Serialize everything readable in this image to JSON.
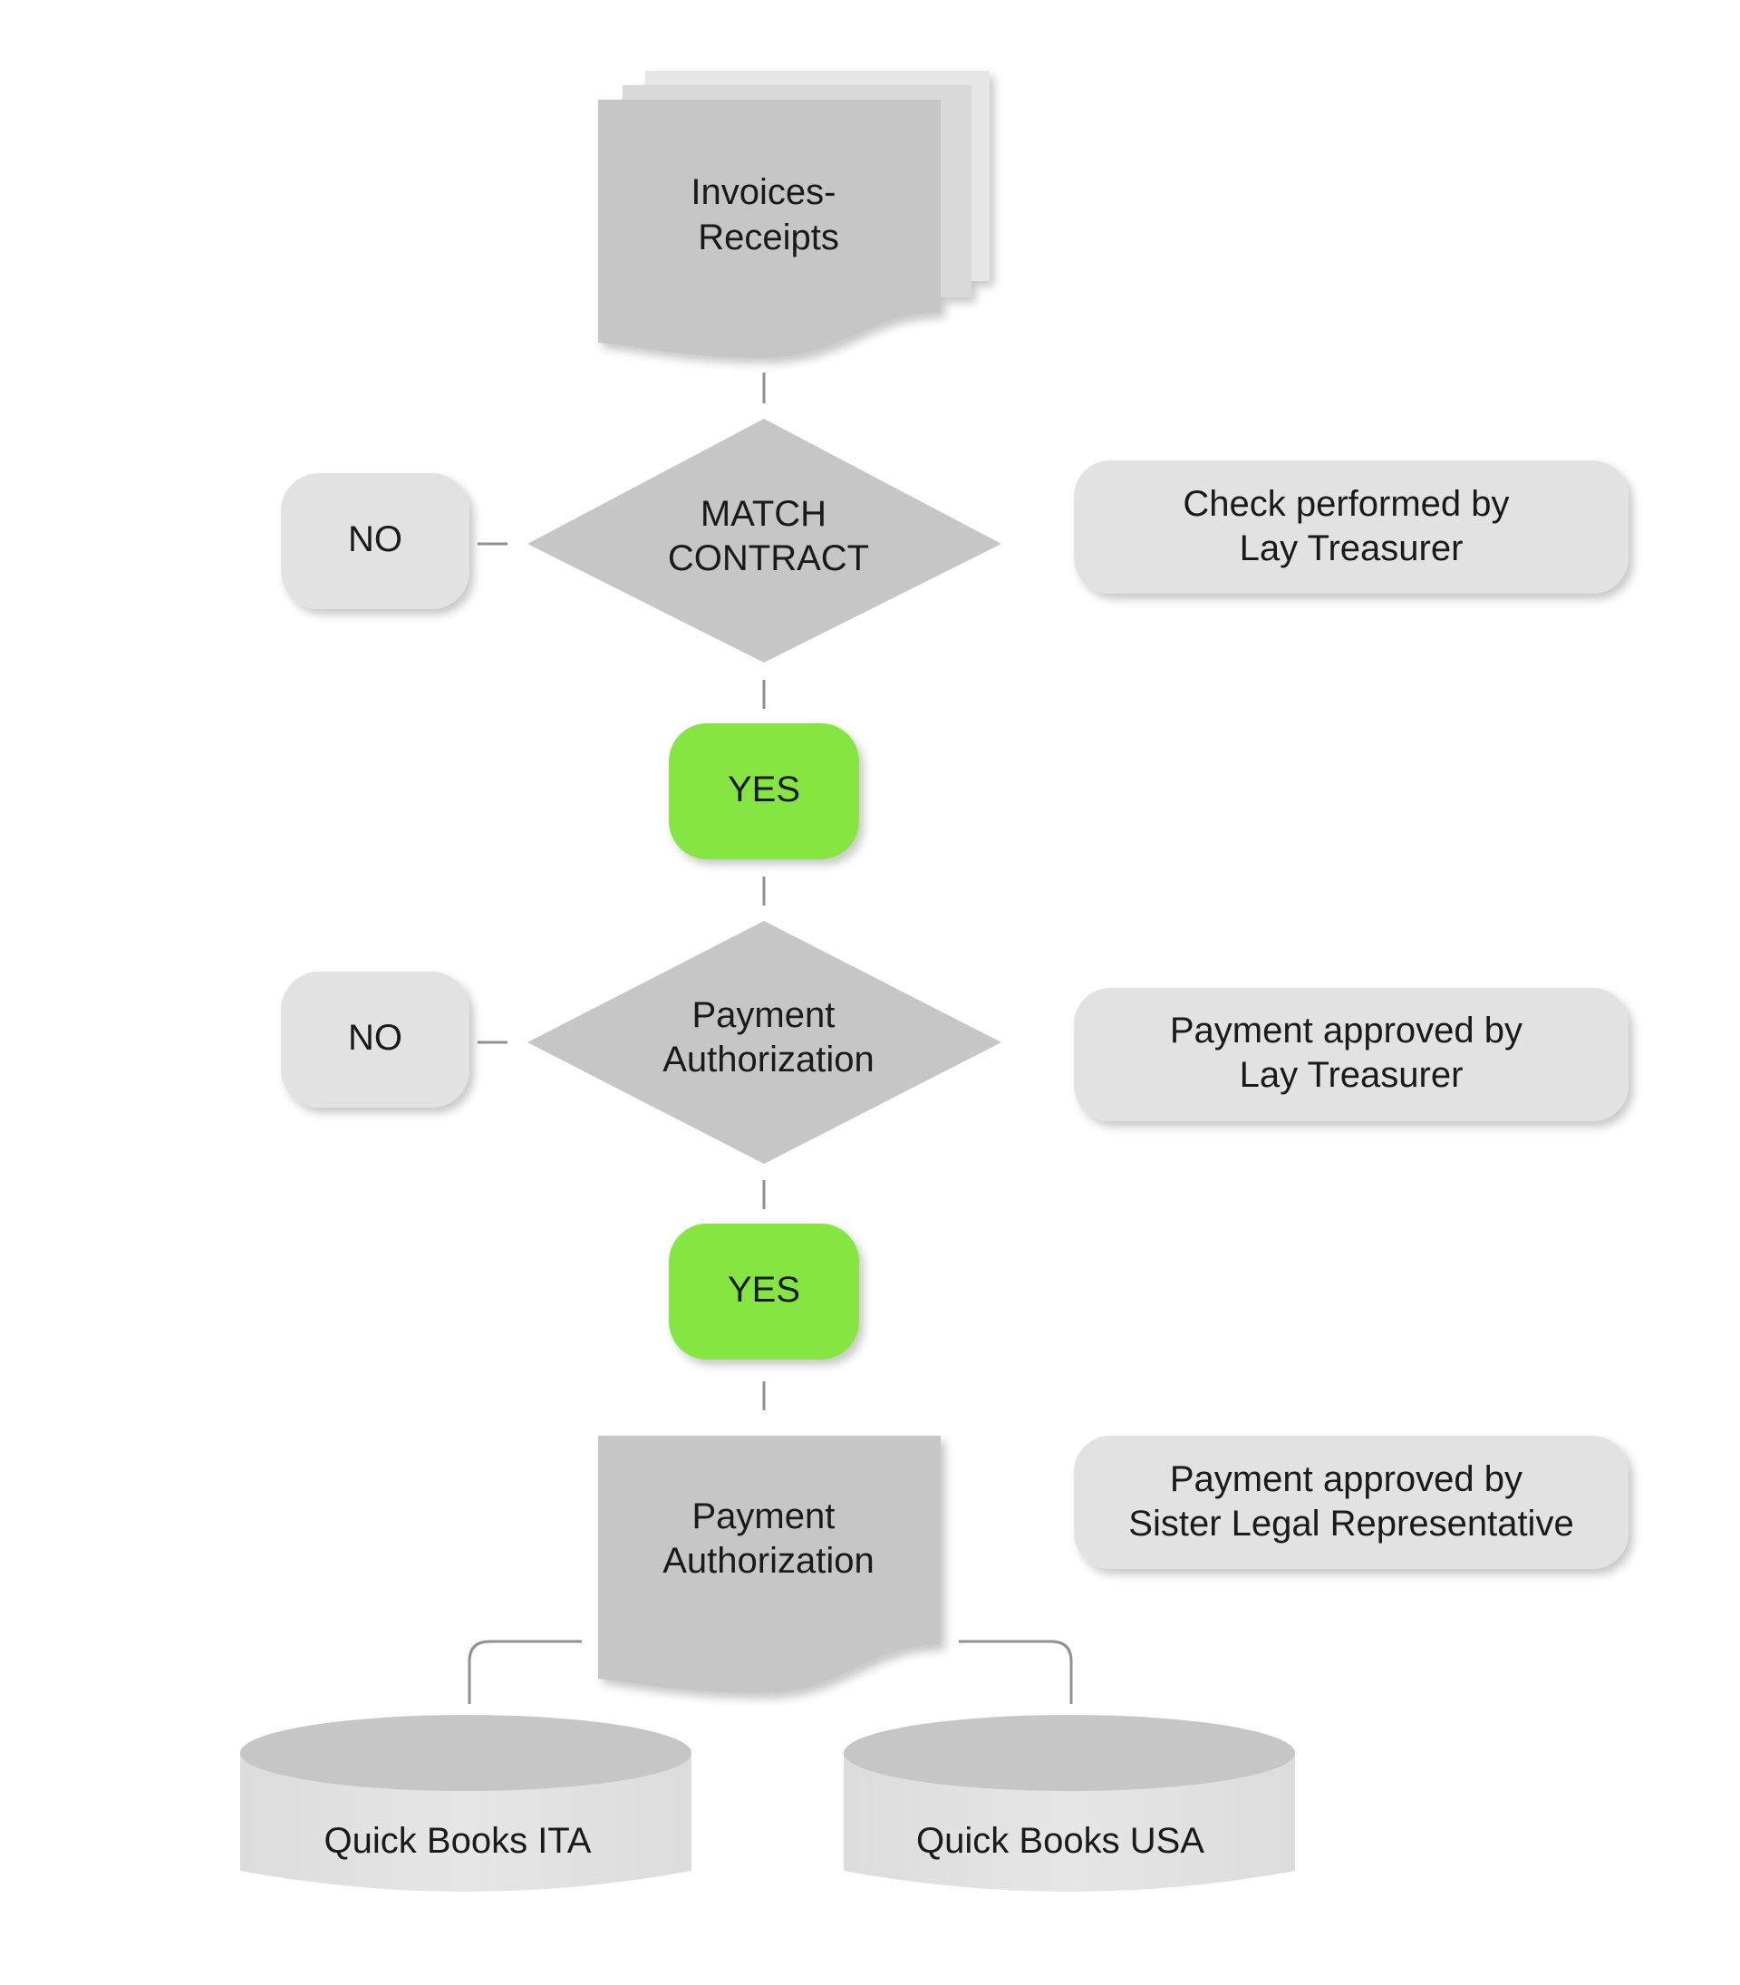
{
  "nodes": {
    "invoices": {
      "line1": "Invoices-",
      "line2": "Receipts"
    },
    "match_contract": {
      "line1": "MATCH",
      "line2": "CONTRACT"
    },
    "no_1": {
      "label": "NO"
    },
    "yes_1": {
      "label": "YES"
    },
    "check_note": {
      "line1": "Check performed by",
      "line2": "Lay Treasurer"
    },
    "payment_auth_decision": {
      "line1": "Payment",
      "line2": "Authorization"
    },
    "no_2": {
      "label": "NO"
    },
    "payment_approved_note": {
      "line1": "Payment approved by",
      "line2": "Lay Treasurer"
    },
    "yes_2": {
      "label": "YES"
    },
    "payment_auth_document": {
      "line1": "Payment",
      "line2": "Authorization"
    },
    "sister_note": {
      "line1": "Payment approved by",
      "line2": "Sister Legal Representative"
    },
    "quickbooks_ita": {
      "label": "Quick Books ITA"
    },
    "quickbooks_usa": {
      "label": "Quick Books USA"
    }
  },
  "colors": {
    "shape_gray": "#c6c6c6",
    "box_light": "#e2e2e2",
    "yes_green": "#85e643",
    "connector": "#909090",
    "text": "#1a1a1a"
  }
}
